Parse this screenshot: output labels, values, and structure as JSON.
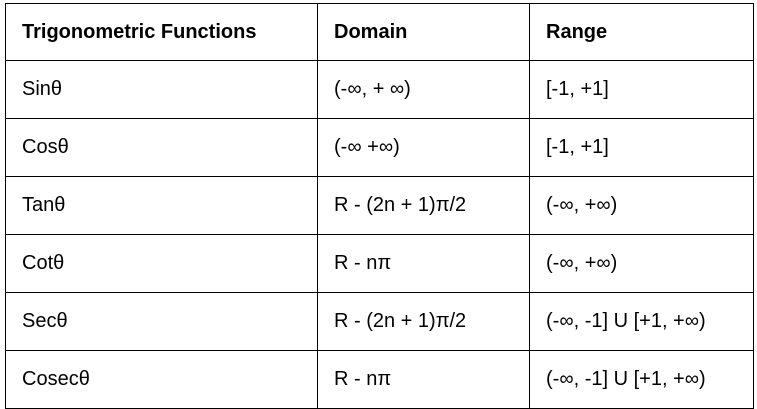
{
  "table": {
    "headers": [
      "Trigonometric Functions",
      "Domain",
      "Range"
    ],
    "rows": [
      {
        "function": "Sinθ",
        "domain": "(-∞, + ∞)",
        "range": "[-1, +1]"
      },
      {
        "function": "Cosθ",
        "domain": "(-∞ +∞)",
        "range": "[-1, +1]"
      },
      {
        "function": "Tanθ",
        "domain": "R - (2n + 1)π/2",
        "range": "(-∞, +∞)"
      },
      {
        "function": "Cotθ",
        "domain": "R - nπ",
        "range": "(-∞, +∞)"
      },
      {
        "function": "Secθ",
        "domain": "R - (2n + 1)π/2",
        "range": "(-∞, -1] U [+1, +∞)"
      },
      {
        "function": "Cosecθ",
        "domain": "R - nπ",
        "range": "(-∞, -1] U [+1, +∞)"
      }
    ]
  }
}
